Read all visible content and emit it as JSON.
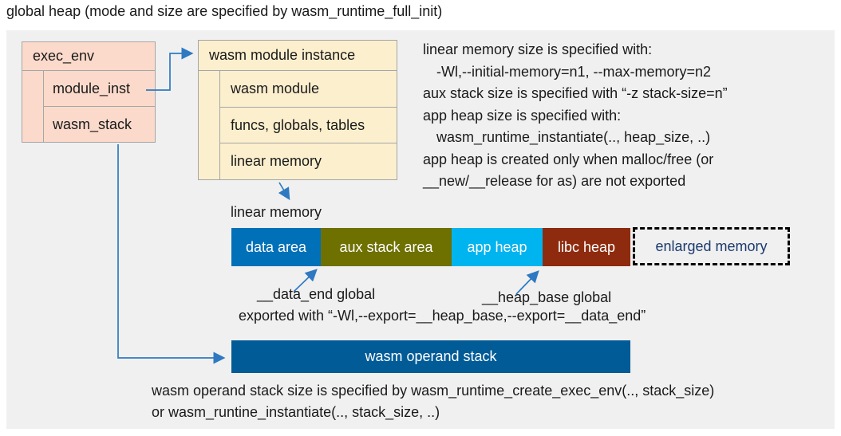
{
  "title": "global heap (mode and size are specified by wasm_runtime_full_init)",
  "exec_env": {
    "header": "exec_env",
    "rows": [
      "module_inst",
      "wasm_stack"
    ]
  },
  "module_instance": {
    "header": "wasm module instance",
    "rows": [
      "wasm module",
      "funcs, globals, tables",
      "linear memory"
    ]
  },
  "notes": {
    "lines": [
      "linear memory size is specified with:",
      "-Wl,--initial-memory=n1, --max-memory=n2",
      "aux stack size is specified with “-z stack-size=n”",
      "app heap size is specified with:",
      "wasm_runtime_instantiate(.., heap_size, ..)",
      "app heap is created only when malloc/free (or",
      "__new/__release for as) are not exported"
    ]
  },
  "linear_memory": {
    "label": "linear memory",
    "segments": [
      {
        "label": "data area",
        "color": "#0070B8"
      },
      {
        "label": "aux stack area",
        "color": "#6E7000"
      },
      {
        "label": "app heap",
        "color": "#00B4EF"
      },
      {
        "label": "libc heap",
        "color": "#8E2B0E"
      }
    ],
    "enlarged": {
      "label": "enlarged memory",
      "text_color": "#1A3A6E"
    }
  },
  "globals": {
    "data_end": "__data_end global",
    "heap_base": "__heap_base global",
    "exported": "exported with “-Wl,--export=__heap_base,--export=__data_end”"
  },
  "operand_stack": {
    "label": "wasm operand stack",
    "color": "#005B96"
  },
  "bottom_note": {
    "lines": [
      "wasm operand stack size is specified by wasm_runtime_create_exec_env(.., stack_size)",
      "or wasm_runtine_instantiate(.., stack_size, ..)"
    ]
  },
  "colors": {
    "panel_bg": "#F0F0F0",
    "exec_box": "#FBDACB",
    "instance_box": "#FCEFCE",
    "box_border": "#A6A6A6",
    "arrow": "#2E79C2",
    "text": "#1A1A1A"
  }
}
